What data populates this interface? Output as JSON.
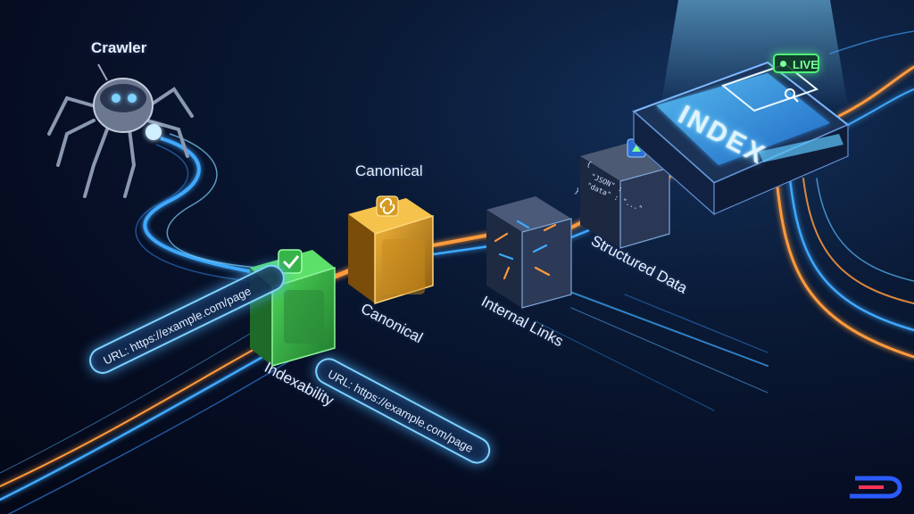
{
  "crawler": {
    "label": "Crawler"
  },
  "stages": {
    "canonical_top": "Canonical",
    "canonical_skew": "Canonical",
    "indexability": "Indexability",
    "internal_links": "Internal Links",
    "structured_data": "Structured Data"
  },
  "url_pills": {
    "left": "URL: https://example.com/page",
    "right": "URL: https://example.com/page"
  },
  "index": {
    "title": "INDEX",
    "badge": "LIVE"
  },
  "json_snippet": {
    "line1": "{",
    "line2": "  \"JSON\" :",
    "line3": "  \"data\" : \"...\"",
    "line4": "}"
  },
  "icons": [
    "robot-spider-icon",
    "checkmark-icon",
    "link-icon",
    "arrows-network-icon",
    "json-brackets-icon",
    "search-icon",
    "live-dot-icon",
    "brand-logo-icon"
  ],
  "colors": {
    "flow_blue": "#3fa9ff",
    "flow_orange": "#ff9a3c",
    "indexability_green": "#3ec94a",
    "canonical_amber": "#e0a02a",
    "live_green": "#4ff07a",
    "logo_blue": "#2a5bff",
    "logo_red": "#ff3358"
  }
}
